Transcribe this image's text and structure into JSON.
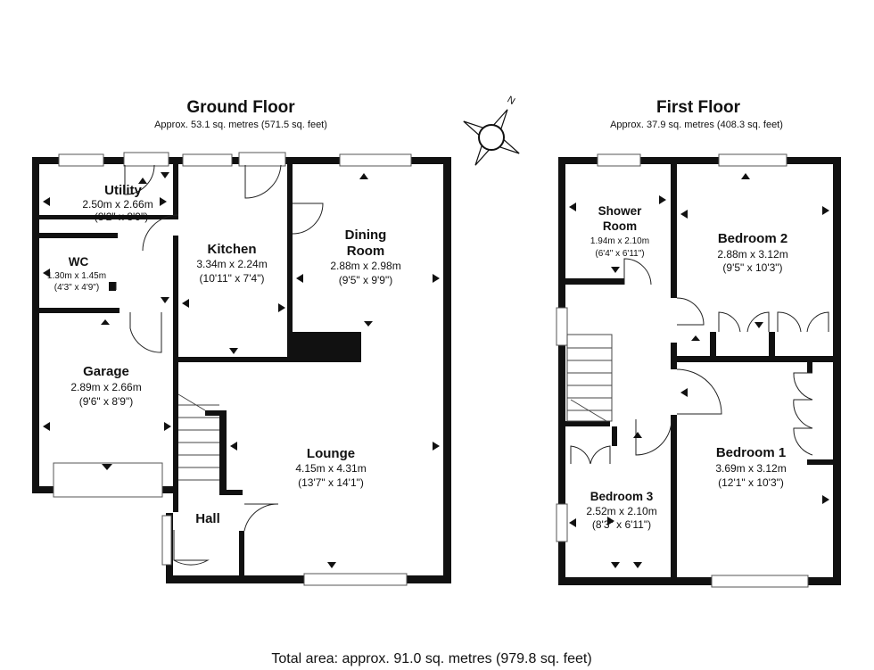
{
  "ground_floor": {
    "title": "Ground Floor",
    "area": "Approx. 53.1 sq. metres (571.5 sq. feet)",
    "rooms": {
      "utility": {
        "name": "Utility",
        "metric": "2.50m x 2.66m",
        "imperial": "(8'2\" x 8'9\")"
      },
      "wc": {
        "name": "WC",
        "metric": "1.30m x 1.45m",
        "imperial": "(4'3\" x 4'9\")"
      },
      "kitchen": {
        "name": "Kitchen",
        "metric": "3.34m x 2.24m",
        "imperial": "(10'11\" x 7'4\")"
      },
      "dining": {
        "name1": "Dining",
        "name2": "Room",
        "metric": "2.88m x 2.98m",
        "imperial": "(9'5\" x 9'9\")"
      },
      "garage": {
        "name": "Garage",
        "metric": "2.89m x 2.66m",
        "imperial": "(9'6\" x 8'9\")"
      },
      "lounge": {
        "name": "Lounge",
        "metric": "4.15m x 4.31m",
        "imperial": "(13'7\" x 14'1\")"
      },
      "hall": {
        "name": "Hall"
      }
    }
  },
  "first_floor": {
    "title": "First Floor",
    "area": "Approx. 37.9 sq. metres (408.3 sq. feet)",
    "rooms": {
      "shower": {
        "name1": "Shower",
        "name2": "Room",
        "metric": "1.94m x 2.10m",
        "imperial": "(6'4\" x 6'11\")"
      },
      "bedroom2": {
        "name": "Bedroom 2",
        "metric": "2.88m x 3.12m",
        "imperial": "(9'5\" x 10'3\")"
      },
      "bedroom1": {
        "name": "Bedroom 1",
        "metric": "3.69m x 3.12m",
        "imperial": "(12'1\" x 10'3\")"
      },
      "bedroom3": {
        "name": "Bedroom 3",
        "metric": "2.52m x 2.10m",
        "imperial": "(8'3\" x 6'11\")"
      }
    }
  },
  "compass": {
    "label": "N"
  },
  "total_area": "Total area: approx. 91.0 sq. metres (979.8 sq. feet)",
  "colors": {
    "wall": "#111111",
    "window": "#ffffff"
  }
}
